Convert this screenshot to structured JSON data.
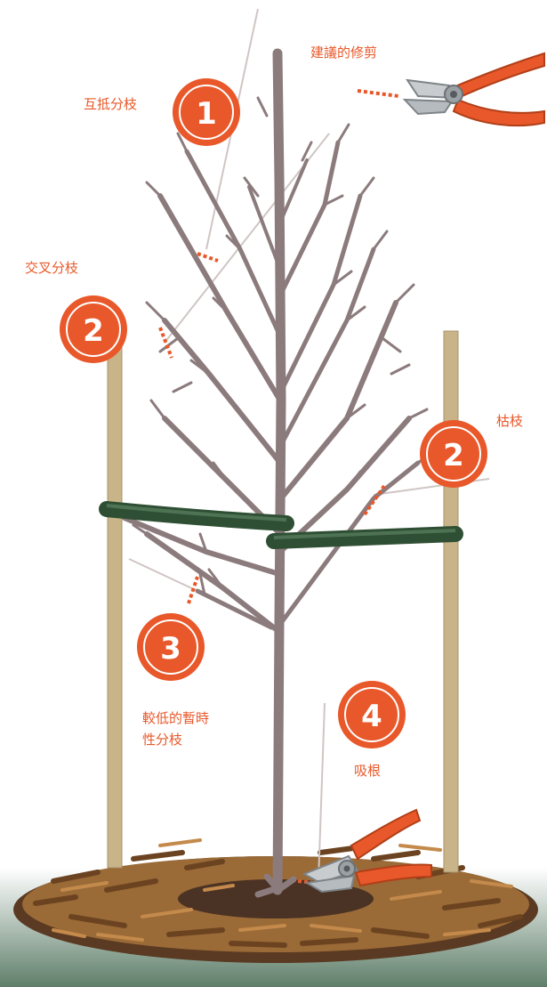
{
  "labels": {
    "recommended_pruning": "建議的修剪",
    "rubbing_branches": "互抵分枝",
    "crossing_branches": "交叉分枝",
    "dead_branches": "枯枝",
    "lower_temporary_line1": "較低的暫時",
    "lower_temporary_line2": "性分枝",
    "suckers": "吸根"
  },
  "badges": {
    "rubbing": "1",
    "crossing": "2",
    "dead": "2",
    "lower": "3",
    "suckers": "4"
  },
  "colors": {
    "accent": "#e8582a",
    "trunk": "#8c7b7d",
    "stake": "#c9b48a",
    "tie": "#2f4f34",
    "mulch": "#8a5a2b",
    "ground_gradient_bottom": "#5f7f6a"
  }
}
